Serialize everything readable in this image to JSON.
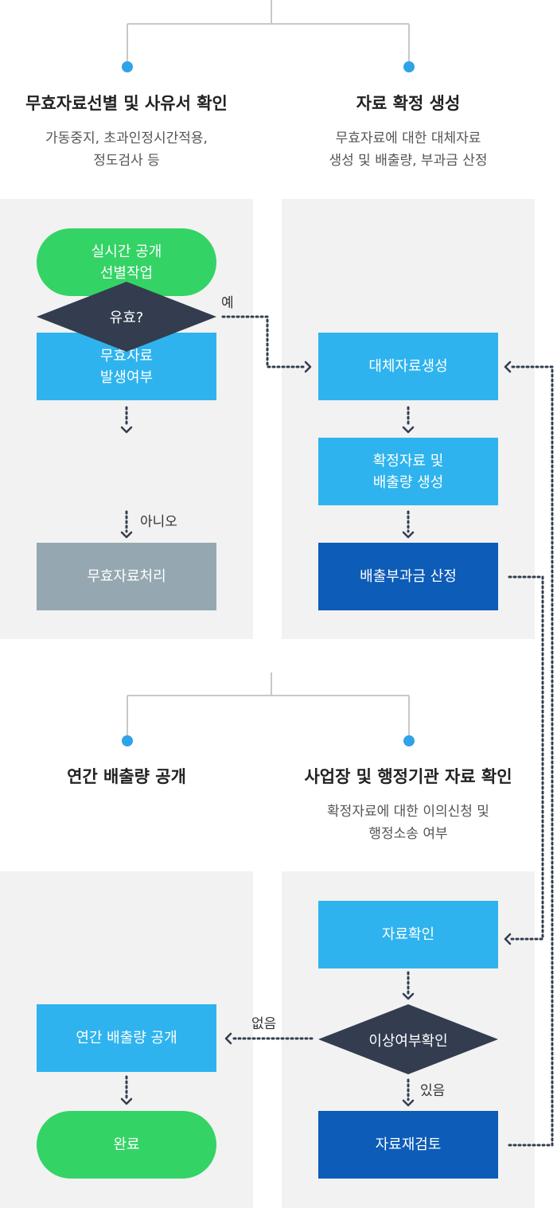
{
  "stages": {
    "s1": {
      "title": "무효자료선별 및 사유서 확인",
      "desc": "가동중지, 초과인정시간적용,\n정도검사 등"
    },
    "s2": {
      "title": "자료 확정 생성",
      "desc": "무효자료에 대한 대체자료\n생성 및 배출량, 부과금 산정"
    },
    "s3": {
      "title": "연간 배출량 공개",
      "desc": ""
    },
    "s4": {
      "title": "사업장 및 행정기관 자료 확인",
      "desc": "확정자료에 대한 이의신청 및\n행정소송 여부"
    }
  },
  "nodes": {
    "realtime": "실시간 공개\n선별작업",
    "invalid_occur": "무효자료\n발생여부",
    "valid_q": "유효?",
    "invalid_proc": "무효자료처리",
    "substitute": "대체자료생성",
    "confirmed": "확정자료 및\n배출량 생성",
    "charge": "배출부과금 산정",
    "data_check": "자료확인",
    "anomaly_q": "이상여부확인",
    "review": "자료재검토",
    "annual": "연간 배출량 공개",
    "done": "완료"
  },
  "labels": {
    "yes": "예",
    "no": "아니오",
    "none": "없음",
    "exists": "있음"
  },
  "colors": {
    "blue": "#2fb3ee",
    "dark_blue": "#0c5cb8",
    "gray": "#95a8b1",
    "green": "#34d366",
    "diamond": "#333d4f",
    "dot": "#2fa3e8",
    "panel": "#f2f2f2"
  }
}
